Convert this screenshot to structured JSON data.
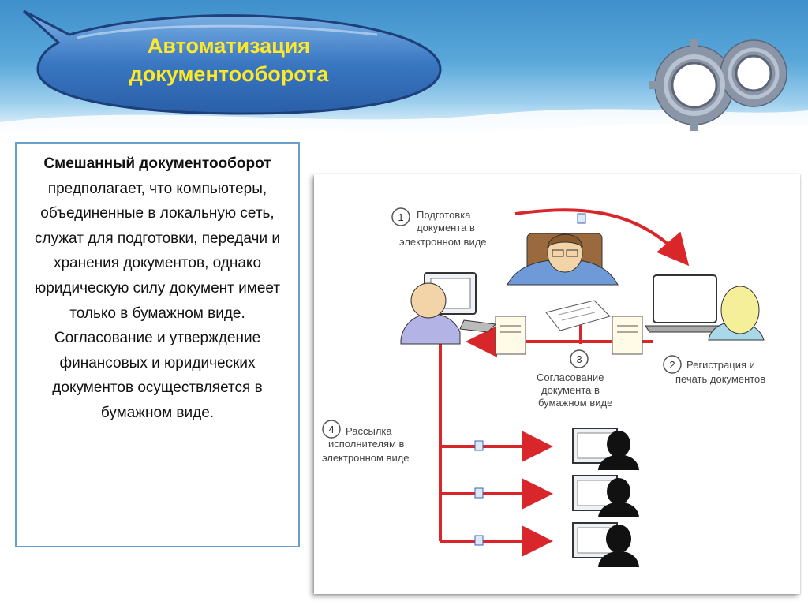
{
  "slide": {
    "title_line1": "Автоматизация",
    "title_line2": "документооборота"
  },
  "textbox": {
    "bold": "Смешанный документооборот",
    "body": " предполагает, что компьютеры, объединенные в локальную сеть, служат для подготовки, передачи и хранения документов, однако юридическую силу документ имеет только в бумажном виде. Согласование и утверждение финансовых и юридических документов осуществляется в бумажном виде."
  },
  "diagram": {
    "step1": {
      "num": "1",
      "line1": "Подготовка",
      "line2": "документа в",
      "line3": "электронном виде"
    },
    "step2": {
      "num": "2",
      "line1": "Регистрация и",
      "line2": "печать документов"
    },
    "step3": {
      "num": "3",
      "line1": "Согласование",
      "line2": "документа в",
      "line3": "бумажном виде"
    },
    "step4": {
      "num": "4",
      "line1": "Рассылка",
      "line2": "исполнителям в",
      "line3": "электронном виде"
    }
  },
  "colors": {
    "title_text": "#ffe82a",
    "arrow": "#d9262b",
    "header_blue": "#3f8fcb",
    "bubble": "#3a78c2"
  }
}
